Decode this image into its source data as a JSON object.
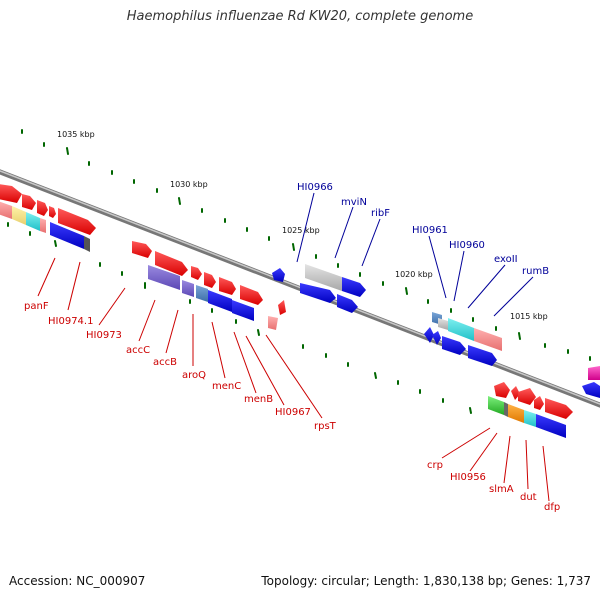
{
  "title": "Haemophilus influenzae Rd KW20, complete genome",
  "footer": {
    "accession": "Accession: NC_000907",
    "summary": "Topology: circular; Length: 1,830,138 bp; Genes: 1,737"
  },
  "colors": {
    "label_red": "#cc0000",
    "label_blue": "#000099",
    "tick_green": "#006600",
    "backbone": "#888888"
  },
  "kbp_labels": [
    "1035 kbp",
    "1030 kbp",
    "1025 kbp",
    "1020 kbp",
    "1015 kbp"
  ],
  "gene_labels": [
    "panF",
    "HI0974.1",
    "HI0973",
    "accC",
    "accB",
    "aroQ",
    "menC",
    "menB",
    "HI0967",
    "rpsT",
    "HI0966",
    "mviN",
    "ribF",
    "HI0961",
    "HI0960",
    "exoII",
    "rumB",
    "crp",
    "HI0956",
    "slmA",
    "dut",
    "dfp"
  ]
}
